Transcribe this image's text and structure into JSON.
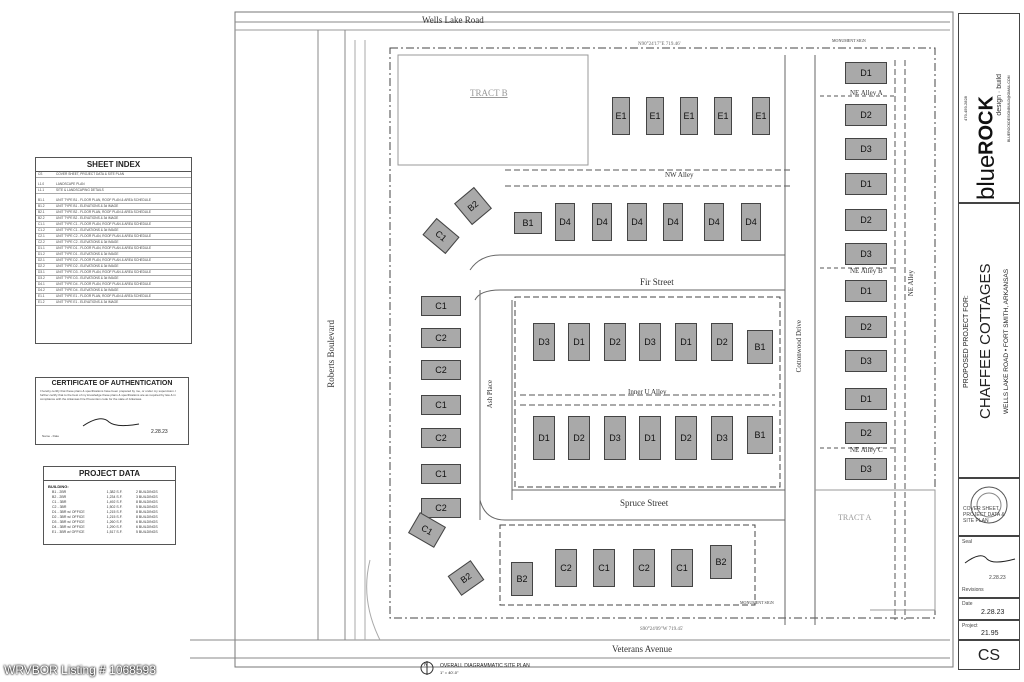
{
  "roads": {
    "top": "Wells Lake Road",
    "bottom": "Veterans Avenue",
    "left": "Roberts Boulevard",
    "fir": "Fir Street",
    "spruce": "Spruce Street",
    "nw_alley": "NW Alley",
    "inner_alley": "Inner U Alley",
    "ash": "Ash Place",
    "cottonwood": "Cottonwood Drive",
    "ne_alley_a": "NE Alley A",
    "ne_alley_b": "NE Alley B",
    "ne_alley_c": "NE Alley C",
    "ne_alley": "NE Alley",
    "tract_b": "TRACT B",
    "tract_a": "TRACT A",
    "monument_top": "MONUMENT SIGN",
    "monument_bottom": "MONUMENT SIGN"
  },
  "sheet_index": {
    "title": "SHEET INDEX",
    "rows": [
      [
        "CS",
        "COVER SHEET, PROJECT DATA & SITE PLAN"
      ],
      [
        "L1.0",
        "LANDSCAPE PLAN"
      ],
      [
        "L1.1",
        "SITE & LANDSCAPING DETAILS"
      ],
      [
        "B1.1",
        "UNIT TYPE B1 - FLOOR PLAN, ROOF PLAN & AREA SCHEDULE"
      ],
      [
        "B1.2",
        "UNIT TYPE B1 - ELEVATIONS & 3d IMAGE"
      ],
      [
        "B2.1",
        "UNIT TYPE B2 - FLOOR PLAN, ROOF PLAN & AREA SCHEDULE"
      ],
      [
        "B2.2",
        "UNIT TYPE B2 - ELEVATIONS & 3d IMAGE"
      ],
      [
        "C1.1",
        "UNIT TYPE C1 - FLOOR PLAN, ROOF PLAN & AREA SCHEDULE"
      ],
      [
        "C1.2",
        "UNIT TYPE C1 - ELEVATIONS & 3d IMAGE"
      ],
      [
        "C2.1",
        "UNIT TYPE C2 - FLOOR PLAN, ROOF PLAN & AREA SCHEDULE"
      ],
      [
        "C2.2",
        "UNIT TYPE C2 - ELEVATIONS & 3d IMAGE"
      ],
      [
        "D1.1",
        "UNIT TYPE D1 - FLOOR PLAN, ROOF PLAN & AREA SCHEDULE"
      ],
      [
        "D1.2",
        "UNIT TYPE D1 - ELEVATIONS & 3d IMAGE"
      ],
      [
        "D2.1",
        "UNIT TYPE D2 - FLOOR PLAN, ROOF PLAN & AREA SCHEDULE"
      ],
      [
        "D2.2",
        "UNIT TYPE D2 - ELEVATIONS & 3d IMAGE"
      ],
      [
        "D3.1",
        "UNIT TYPE D3 - FLOOR PLAN, ROOF PLAN & AREA SCHEDULE"
      ],
      [
        "D3.2",
        "UNIT TYPE D3 - ELEVATIONS & 3d IMAGE"
      ],
      [
        "D4.1",
        "UNIT TYPE D4 - FLOOR PLAN, ROOF PLAN & AREA SCHEDULE"
      ],
      [
        "D4.2",
        "UNIT TYPE D4 - ELEVATIONS & 3d IMAGE"
      ],
      [
        "E1.1",
        "UNIT TYPE E1 - FLOOR PLAN, ROOF PLAN & AREA SCHEDULE"
      ],
      [
        "E1.2",
        "UNIT TYPE E1 - ELEVATIONS & 3d IMAGE"
      ]
    ]
  },
  "certificate": {
    "title": "CERTIFICATE OF AUTHENTICATION",
    "text": "I hereby certify that these plans & specifications have been prepared by me, or under my supervision. I further certify that to the best of my knowledge these plans & specifications are as required by law & in compliance with the Arkansas Fire Prevention code for the state of Arkansas.",
    "name_label": "Name - Date",
    "date": "2.28.23"
  },
  "project_data": {
    "title": "PROJECT DATA",
    "building_label": "BUILDING:",
    "rows": [
      [
        "B1 - 2BR",
        "1,382 S.F.",
        "2 BUILDINGS"
      ],
      [
        "B2 - 2BR",
        "1,234 S.F.",
        "3 BUILDINGS"
      ],
      [
        "C1 - 3BR",
        "1,492 S.F.",
        "8 BUILDINGS"
      ],
      [
        "C2 - 3BR",
        "1,502 S.F.",
        "5 BUILDINGS"
      ],
      [
        "D1 - 3BR w/ OFFICE",
        "1,215 S.F.",
        "8 BUILDINGS"
      ],
      [
        "D2 - 3BR w/ OFFICE",
        "1,215 S.F.",
        "8 BUILDINGS"
      ],
      [
        "D3 - 3BR w/ OFFICE",
        "1,260 S.F.",
        "6 BUILDINGS"
      ],
      [
        "D4 - 3BR w/ OFFICE",
        "1,290 S.F.",
        "6 BUILDINGS"
      ],
      [
        "E1 - 3BR w/ OFFICE",
        "1,517 S.F.",
        "5 BUILDINGS"
      ]
    ]
  },
  "title_block": {
    "phone": "479-459-2828",
    "email": "BLUEROCKDESIGNBUILD@GMAIL.COM",
    "logo_blue": "blue",
    "logo_rock": "ROCK",
    "logo_tag": "design · build",
    "proposed": "PROPOSED PROJECT FOR:",
    "project": "CHAFFEE COTTAGES",
    "location": "WELLS LAKE ROAD • FORT SMITH, ARKANSAS",
    "sheet_desc": "COVER SHEET, PROJECT DATA & SITE PLAN",
    "seal_label": "Seal",
    "revisions_label": "Revisions",
    "sig_date": "2.28.23",
    "date_label": "Date",
    "date": "2.28.23",
    "project_label": "Project",
    "project_no": "21.95",
    "sheet": "CS"
  },
  "plan_label": {
    "north": "N",
    "title": "OVERALL DIAGRAMMATIC SITE PLAN",
    "scale": "1\" = 40'-0\""
  },
  "bearing_top": "N90°24'17\"E  719.46'",
  "bearing_bottom": "S90°24'09\"W  719.45'",
  "watermark": "WRVBOR Listing # 1068593"
}
